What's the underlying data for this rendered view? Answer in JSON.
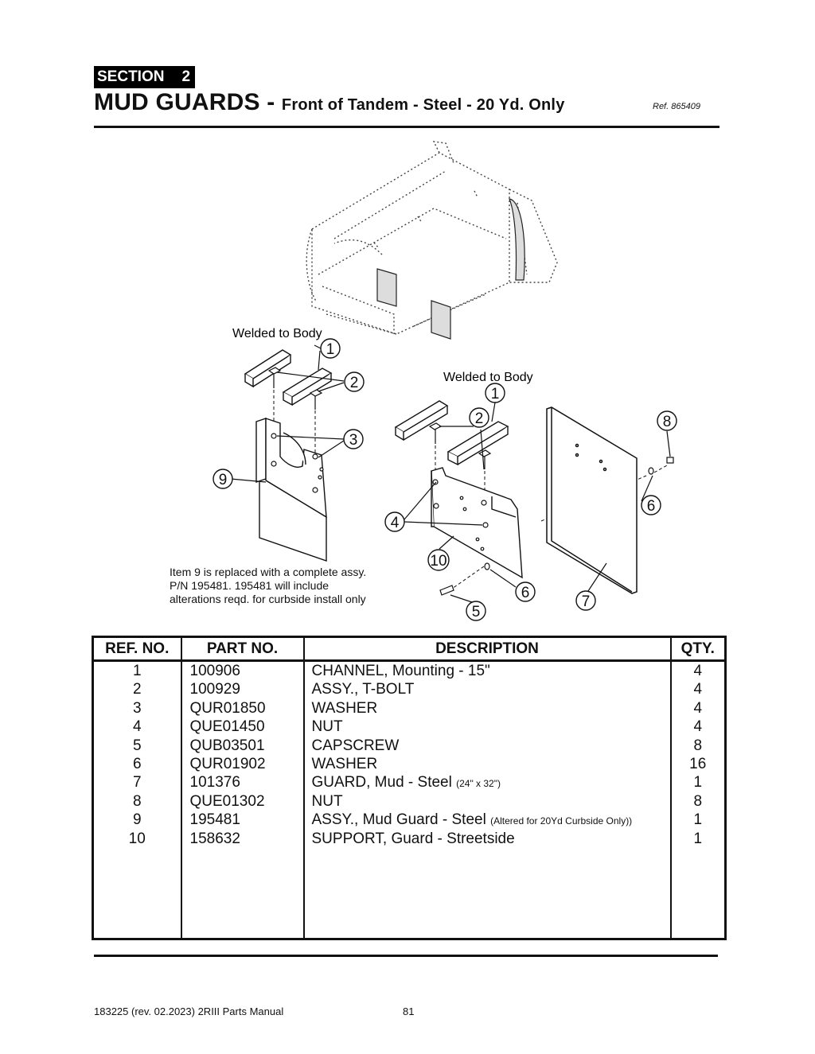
{
  "header": {
    "section_label": "SECTION",
    "section_number": "2",
    "title_main": "MUD GUARDS - ",
    "title_sub": "Front of Tandem - Steel - 20 Yd. Only",
    "ref": "Ref. 865409"
  },
  "diagram": {
    "label_left": "Welded to Body",
    "label_right": "Welded to Body",
    "callouts": [
      "1",
      "2",
      "3",
      "9",
      "1",
      "2",
      "8",
      "4",
      "6",
      "10",
      "6",
      "7",
      "5"
    ]
  },
  "note": {
    "lines": [
      "Item 9 is replaced with a complete assy.",
      "P/N 195481. 195481 will include",
      "alterations reqd. for curbside install only"
    ]
  },
  "table": {
    "headers": [
      "REF. NO.",
      "PART NO.",
      "DESCRIPTION",
      "QTY."
    ],
    "rows": [
      {
        "ref": "1",
        "part": "100906",
        "desc": "CHANNEL, Mounting - 15\"",
        "note": "",
        "qty": "4"
      },
      {
        "ref": "2",
        "part": "100929",
        "desc": "ASSY., T-BOLT",
        "note": "",
        "qty": "4"
      },
      {
        "ref": "3",
        "part": "QUR01850",
        "desc": "WASHER",
        "note": "",
        "qty": "4"
      },
      {
        "ref": "4",
        "part": "QUE01450",
        "desc": "NUT",
        "note": "",
        "qty": "4"
      },
      {
        "ref": "5",
        "part": "QUB03501",
        "desc": "CAPSCREW",
        "note": "",
        "qty": "8"
      },
      {
        "ref": "6",
        "part": "QUR01902",
        "desc": "WASHER",
        "note": "",
        "qty": "16"
      },
      {
        "ref": "7",
        "part": "101376",
        "desc": "GUARD, Mud - Steel ",
        "note": "(24\" x 32\")",
        "qty": "1"
      },
      {
        "ref": "8",
        "part": "QUE01302",
        "desc": "NUT",
        "note": "",
        "qty": "8"
      },
      {
        "ref": "9",
        "part": "195481",
        "desc": "ASSY., Mud Guard - Steel ",
        "note": "(Altered for 20Yd Curbside Only))",
        "qty": "1"
      },
      {
        "ref": "10",
        "part": "158632",
        "desc": "SUPPORT, Guard - Streetside",
        "note": "",
        "qty": "1"
      }
    ]
  },
  "footer": {
    "doc": "183225  (rev. 02.2023) 2RIII Parts Manual",
    "page": "81"
  }
}
